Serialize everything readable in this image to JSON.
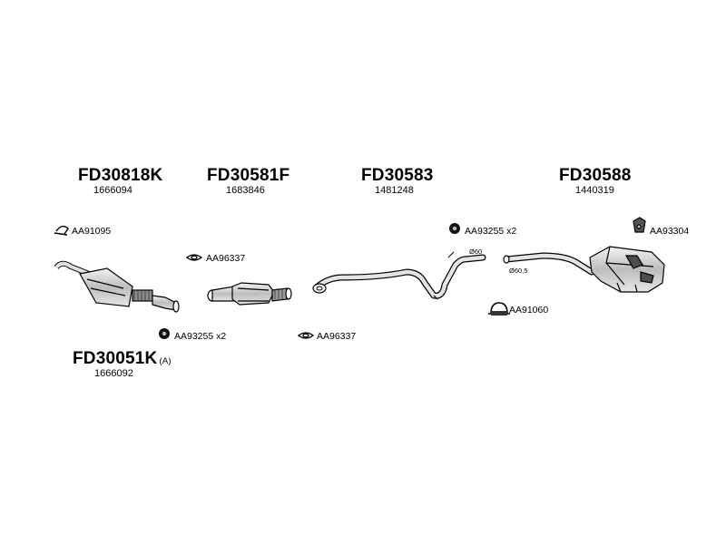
{
  "assemblies": [
    {
      "code": "FD30818K",
      "number": "1666094"
    },
    {
      "code": "FD30581F",
      "number": "1683846"
    },
    {
      "code": "FD30583",
      "number": "1481248"
    },
    {
      "code": "FD30588",
      "number": "1440319"
    },
    {
      "code": "FD30051K",
      "suffix": "(A)",
      "number": "1666092"
    }
  ],
  "accessories": [
    {
      "part": "AA91095",
      "icon": "hanger-clamp-icon"
    },
    {
      "part": "AA96337",
      "icon": "gasket-ring-icon"
    },
    {
      "part": "AA93255 x2",
      "icon": "rubber-mount-icon"
    },
    {
      "part": "AA96337",
      "icon": "gasket-ring-icon"
    },
    {
      "part": "AA93255 x2",
      "icon": "rubber-mount-icon"
    },
    {
      "part": "AA91060",
      "icon": "u-clamp-icon"
    },
    {
      "part": "AA93304",
      "icon": "rubber-hanger-icon"
    }
  ],
  "diameters": [
    "Ø60",
    "Ø60,5"
  ],
  "colors": {
    "line": "#000000",
    "part_fill": "#d9d9d9",
    "part_dark": "#8c8c8c",
    "background": "#ffffff"
  }
}
